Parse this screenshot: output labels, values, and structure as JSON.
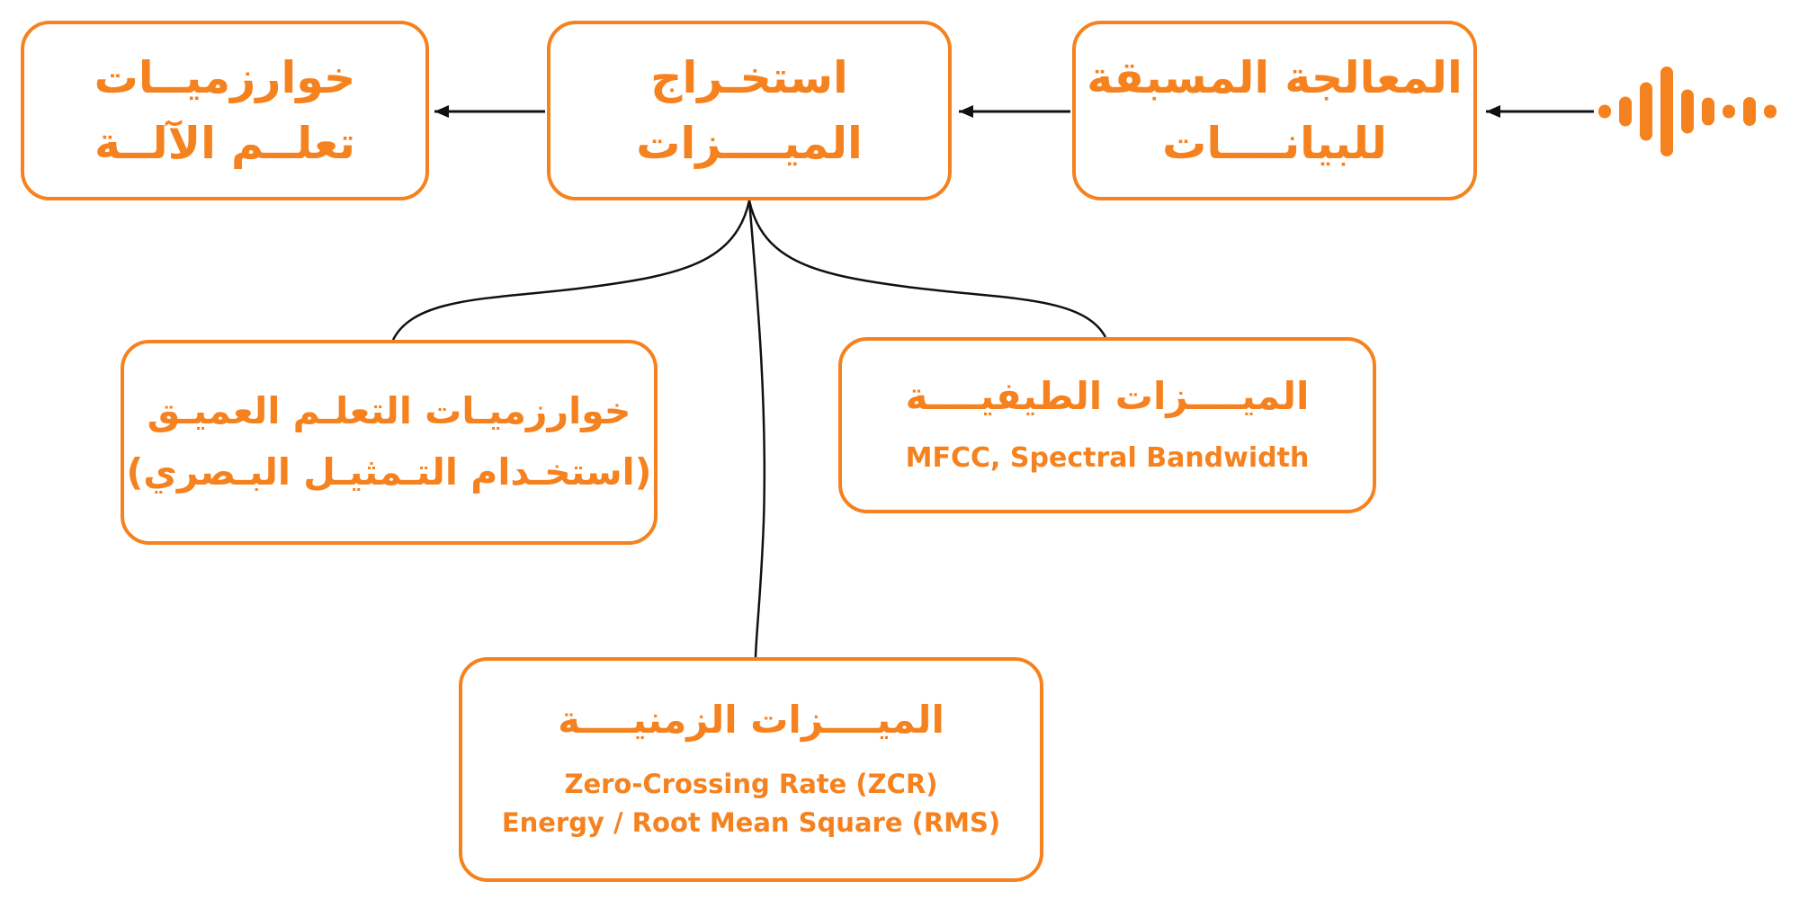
{
  "colors": {
    "accent": "#F5821E",
    "connector": "#111111",
    "background": "#FFFFFF"
  },
  "nodes": {
    "machine_learning": {
      "line1": "خوارزميــات",
      "line2": "تعلــم الآلــة"
    },
    "feature_extraction": {
      "line1": "استخـراج",
      "line2": "الميــــزات"
    },
    "preprocessing": {
      "line1": "المعالجة المسبقة",
      "line2": "للبيانــــات"
    },
    "deep_learning": {
      "line1": "خوارزميـات التعلـم العميـق",
      "line2": "(استخـدام التـمثيـل البـصري)"
    },
    "spectral_features": {
      "title": "الميــــزات الطيفيــــة",
      "subtitle": "MFCC, Spectral Bandwidth"
    },
    "temporal_features": {
      "title": "الميــــزات الزمنيــــة",
      "subtitle_line1": "Zero-Crossing Rate (ZCR)",
      "subtitle_line2": "Energy / Root Mean Square (RMS)"
    }
  },
  "waveform_icon": {
    "bar_heights": [
      15,
      33,
      65,
      100,
      49,
      31,
      15,
      32,
      15
    ]
  }
}
